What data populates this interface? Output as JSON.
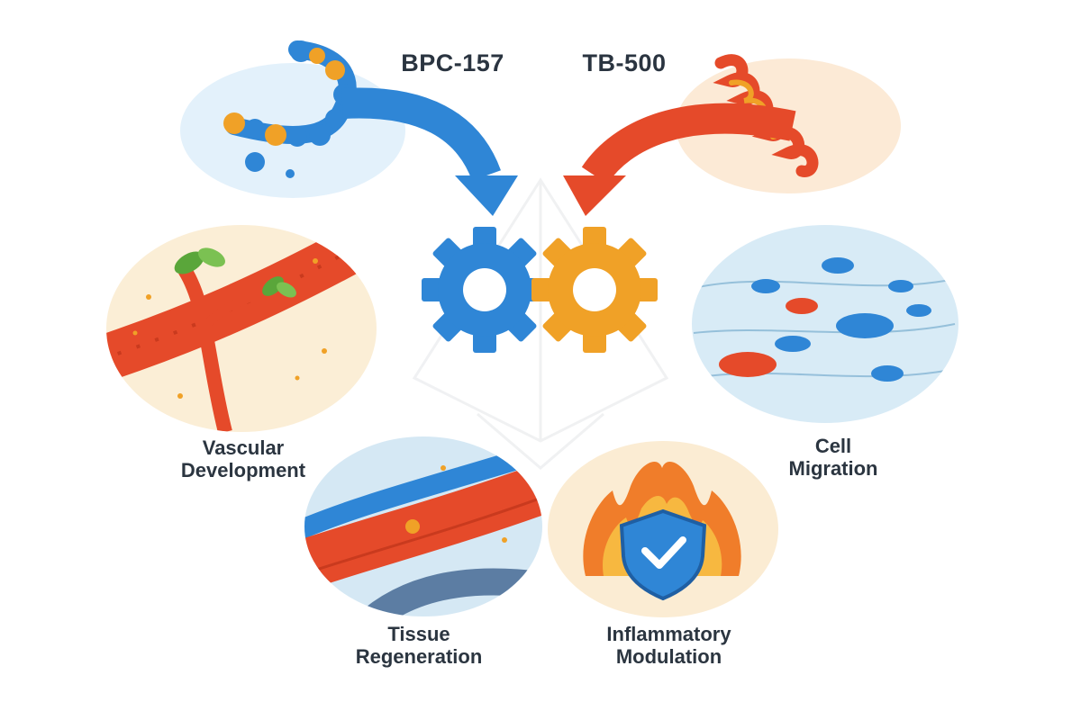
{
  "peptides": [
    {
      "name": "BPC-157",
      "color": "#2f86d6"
    },
    {
      "name": "TB-500",
      "color": "#e54a2a"
    }
  ],
  "outcomes": [
    {
      "line1": "Vascular",
      "line2": "Development"
    },
    {
      "line1": "Cell",
      "line2": "Migration"
    },
    {
      "line1": "Tissue",
      "line2": "Regeneration"
    },
    {
      "line1": "Inflammatory",
      "line2": "Modulation"
    }
  ],
  "colors": {
    "blue": "#2f86d6",
    "orange": "#f0a127",
    "red": "#e54a2a",
    "green": "#5aa63a",
    "text": "#2b3540"
  }
}
